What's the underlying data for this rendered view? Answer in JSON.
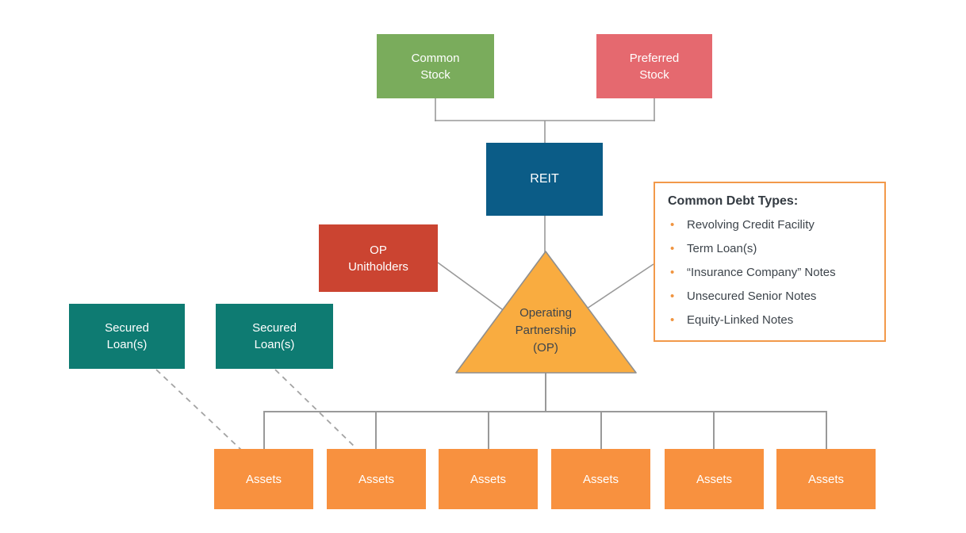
{
  "colors": {
    "green": "#7aac5c",
    "pink": "#e5696f",
    "blue": "#0b5c87",
    "red": "#cb4431",
    "amber": "#f9ac40",
    "teal": "#0e7b72",
    "orange": "#f8913f",
    "panel-border": "#f2994a",
    "line": "#999999",
    "line-dashed": "#a3a3a3",
    "tri-stroke": "#8f8f8f",
    "ink": "#333a41",
    "ink-soft": "#3d444b",
    "bullet": "#f09440"
  },
  "nodes": {
    "common_stock": {
      "label": "Common\nStock"
    },
    "preferred_stock": {
      "label": "Preferred\nStock"
    },
    "reit": {
      "label": "REIT"
    },
    "op_unitholders": {
      "label": "OP\nUnitholders"
    },
    "operating_partnership": {
      "label": "Operating\nPartnership\n(OP)"
    },
    "secured_loans": [
      {
        "label": "Secured\nLoan(s)"
      },
      {
        "label": "Secured\nLoan(s)"
      }
    ],
    "assets": [
      {
        "label": "Assets"
      },
      {
        "label": "Assets"
      },
      {
        "label": "Assets"
      },
      {
        "label": "Assets"
      },
      {
        "label": "Assets"
      },
      {
        "label": "Assets"
      }
    ]
  },
  "debt_panel": {
    "title": "Common Debt Types:",
    "bullet_glyph": "•",
    "items": [
      "Revolving Credit Facility",
      "Term Loan(s)",
      "“Insurance Company” Notes",
      "Unsecured Senior Notes",
      "Equity-Linked Notes"
    ]
  }
}
